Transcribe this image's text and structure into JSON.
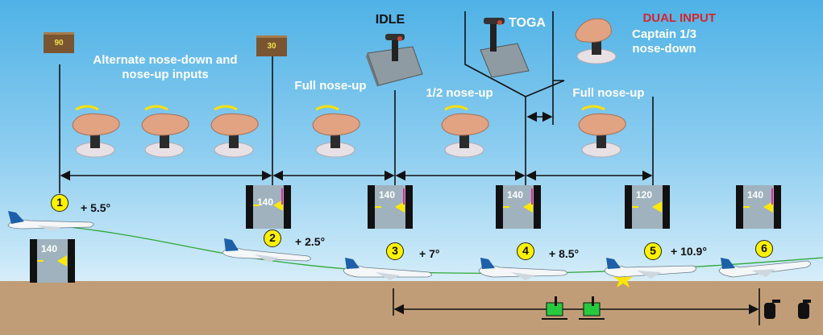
{
  "labels": {
    "alternate": "Alternate nose-down and nose-up inputs",
    "full_noseup_1": "Full nose-up",
    "idle": "IDLE",
    "half_noseup": "1/2 nose-up",
    "toga": "TOGA",
    "full_noseup_2": "Full nose-up",
    "dual_input": "DUAL INPUT",
    "captain": "Captain 1/3 nose-down"
  },
  "signs": [
    "90",
    "30"
  ],
  "steps": [
    {
      "num": "1",
      "pitch": "+ 5.5°",
      "speed": "140"
    },
    {
      "num": "2",
      "pitch": "+ 2.5°",
      "speed": "140"
    },
    {
      "num": "3",
      "pitch": "+ 7°",
      "speed": "140"
    },
    {
      "num": "4",
      "pitch": "+ 8.5°",
      "speed": "140"
    },
    {
      "num": "5",
      "pitch": "+ 10.9°",
      "speed": "120"
    },
    {
      "num": "6",
      "pitch": "",
      "speed": "140"
    }
  ],
  "colors": {
    "sky": "#4fb2e6",
    "ground": "#c09d77",
    "badge": "#fff200",
    "warning_red": "#d8242a",
    "pfd_target": "#ffe900",
    "flight_path": "#2fa836",
    "gear_green": "#27c93f"
  }
}
